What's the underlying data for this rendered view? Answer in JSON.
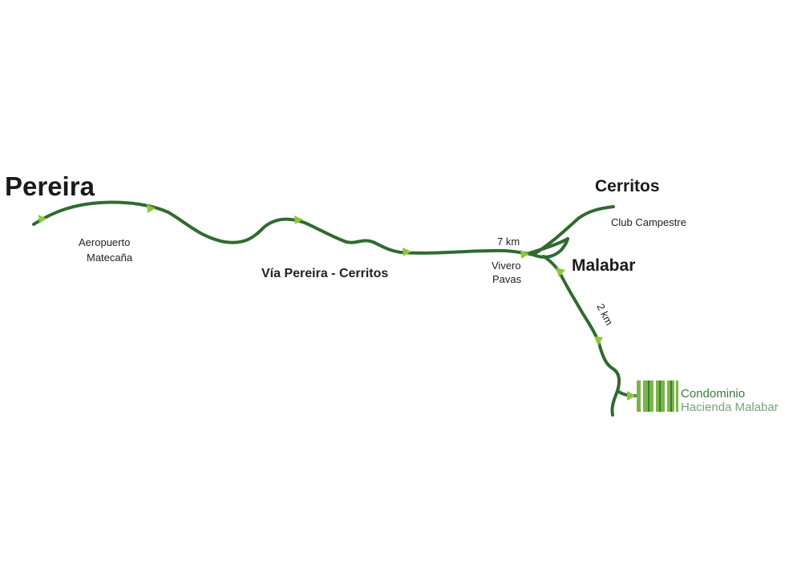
{
  "map": {
    "places": {
      "pereira": "Pereira",
      "cerritos": "Cerritos",
      "malabar": "Malabar",
      "club_campestre": "Club Campestre",
      "aeropuerto_line1": "Aeropuerto",
      "aeropuerto_line2": "Matecaña",
      "vivero_line1": "Vivero",
      "vivero_line2": "Pavas"
    },
    "road_name": "Vía Pereira - Cerritos",
    "distances": {
      "main_road": "7 km",
      "malabar_branch": "2 km"
    },
    "logo": {
      "line1": "Condominio",
      "line2": "Hacienda Malabar"
    },
    "colors": {
      "road": "#2f6b2f",
      "arrow": "#8cc63f",
      "logo_green": "#7ab648",
      "logo_dark": "#3a7a3c"
    }
  }
}
